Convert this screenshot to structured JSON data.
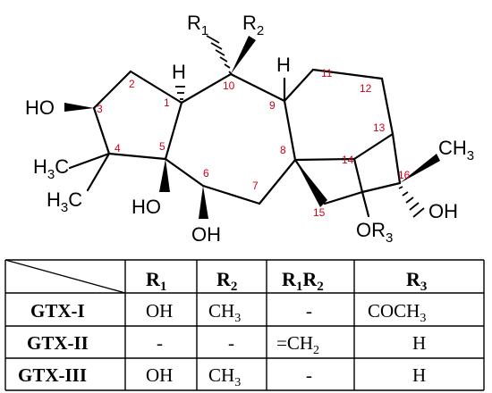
{
  "structure": {
    "atoms": {
      "R1": {
        "main": "R",
        "sub": "1"
      },
      "R2": {
        "main": "R",
        "sub": "2"
      },
      "H10a": "H",
      "H9": "H",
      "HO3": "HO",
      "H3C_a": {
        "pre": "H",
        "sub": "3",
        "post": "C"
      },
      "H3C_b": {
        "pre": "H",
        "sub": "3",
        "post": "C"
      },
      "OH5": "HO",
      "OH6": "OH",
      "CH3": {
        "pre": "CH",
        "sub": "3"
      },
      "OH16": "OH",
      "OR3": {
        "main": "OR",
        "sub": "3"
      }
    },
    "numbers": [
      "1",
      "2",
      "3",
      "4",
      "5",
      "6",
      "7",
      "8",
      "9",
      "10",
      "11",
      "12",
      "13",
      "14",
      "15",
      "16"
    ]
  },
  "table": {
    "headers": [
      {
        "main": "R",
        "sub": "1"
      },
      {
        "main": "R",
        "sub": "2"
      },
      {
        "main": "R",
        "sub": "1",
        "main2": "R",
        "sub2": "2"
      },
      {
        "main": "R",
        "sub": "3"
      }
    ],
    "rows": [
      {
        "name": "GTX-I",
        "r1": "OH",
        "r2": {
          "main": "CH",
          "sub": "3"
        },
        "r1r2": "-",
        "r3": {
          "main": "COCH",
          "sub": "3"
        }
      },
      {
        "name": "GTX-II",
        "r1": "-",
        "r2": "-",
        "r1r2": {
          "main": "=CH",
          "sub": "2"
        },
        "r3": "H"
      },
      {
        "name": "GTX-III",
        "r1": "OH",
        "r2": {
          "main": "CH",
          "sub": "3"
        },
        "r1r2": "-",
        "r3": "H"
      }
    ]
  }
}
